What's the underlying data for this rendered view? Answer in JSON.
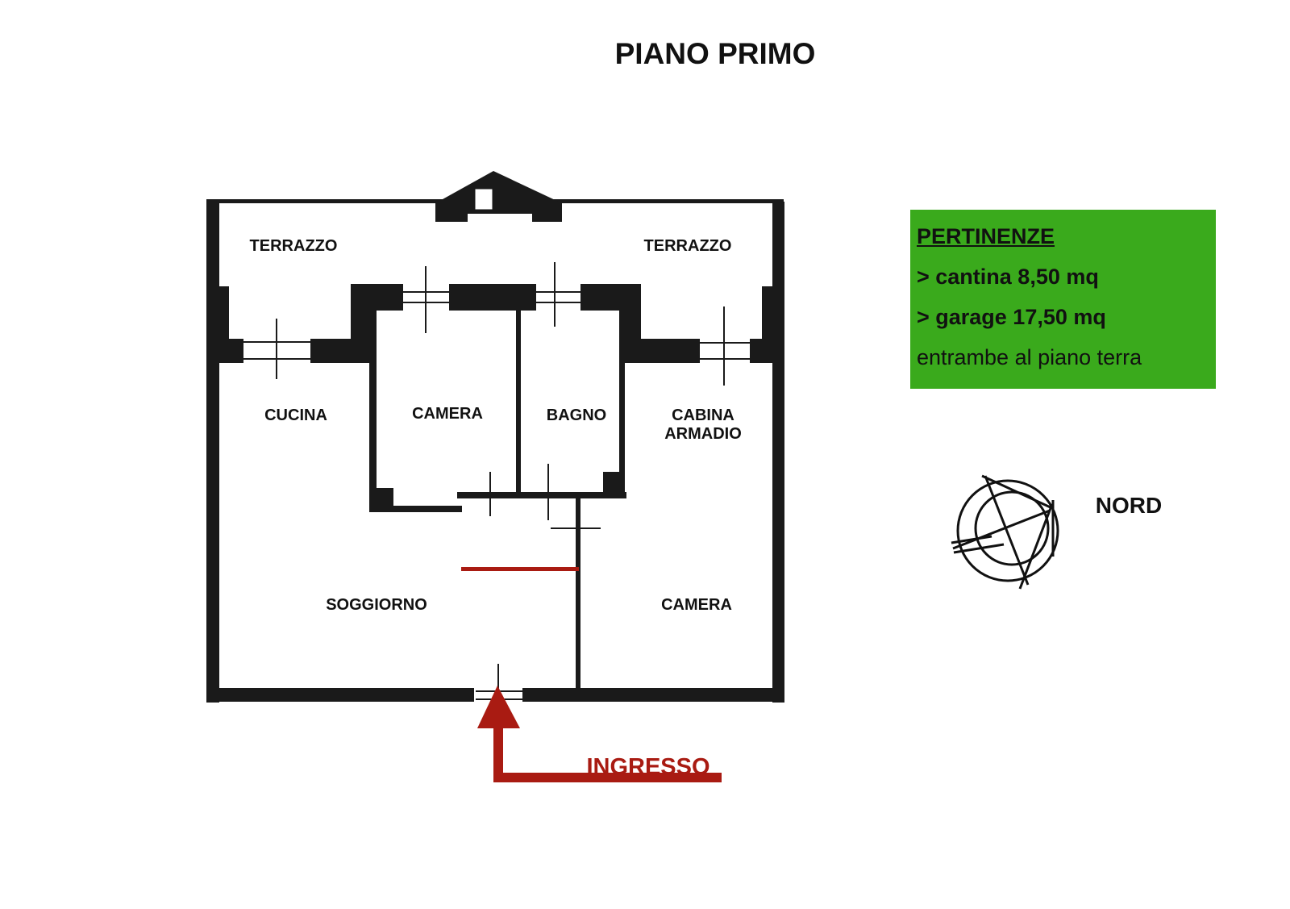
{
  "title": "PIANO PRIMO",
  "rooms": {
    "terrazzo_left": "TERRAZZO",
    "terrazzo_right": "TERRAZZO",
    "cucina": "CUCINA",
    "camera_top": "CAMERA",
    "bagno": "BAGNO",
    "cabina_line1": "CABINA",
    "cabina_line2": "ARMADIO",
    "soggiorno": "SOGGIORNO",
    "camera_bottom": "CAMERA"
  },
  "entrance_label": "INGRESSO",
  "compass_label": "NORD",
  "pertinenze": {
    "heading": "PERTINENZE",
    "items": [
      "> cantina 8,50 mq",
      "> garage 17,50 mq"
    ],
    "note": "entrambe al piano terra"
  },
  "colors": {
    "accent_red": "#a91b12",
    "box_green": "#3aaa1c",
    "wall": "#1a1a1a"
  }
}
